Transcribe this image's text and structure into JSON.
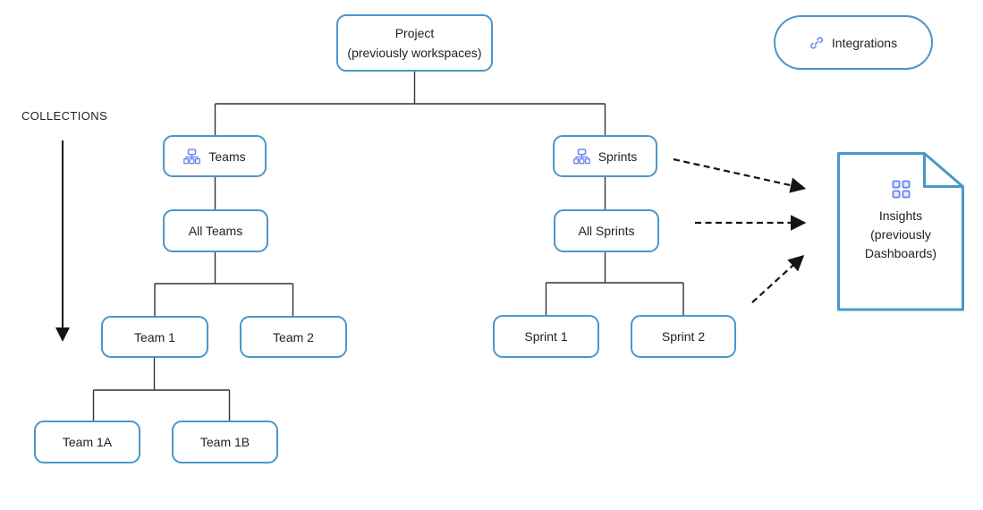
{
  "colors": {
    "box_border": "#4a97c9",
    "icon_blue": "#6e87f0",
    "text_ink": "#212121",
    "connector": "#333333",
    "arrow": "#141414"
  },
  "collections": {
    "label": "COLLECTIONS"
  },
  "tree": {
    "project": {
      "line1": "Project",
      "line2": "(previously workspaces)"
    },
    "teams": {
      "label": "Teams",
      "icon": "org-chart-icon"
    },
    "all_teams": {
      "label": "All Teams"
    },
    "team_1": {
      "label": "Team 1"
    },
    "team_2": {
      "label": "Team 2"
    },
    "team_1a": {
      "label": "Team 1A"
    },
    "team_1b": {
      "label": "Team 1B"
    },
    "sprints": {
      "label": "Sprints",
      "icon": "org-chart-icon"
    },
    "all_sprints": {
      "label": "All Sprints"
    },
    "sprint_1": {
      "label": "Sprint 1"
    },
    "sprint_2": {
      "label": "Sprint 2"
    }
  },
  "integrations": {
    "label": "Integrations",
    "icon": "link-icon"
  },
  "insights": {
    "line1": "Insights",
    "line2": "(previously",
    "line3": "Dashboards)",
    "icon": "grid-icon"
  }
}
